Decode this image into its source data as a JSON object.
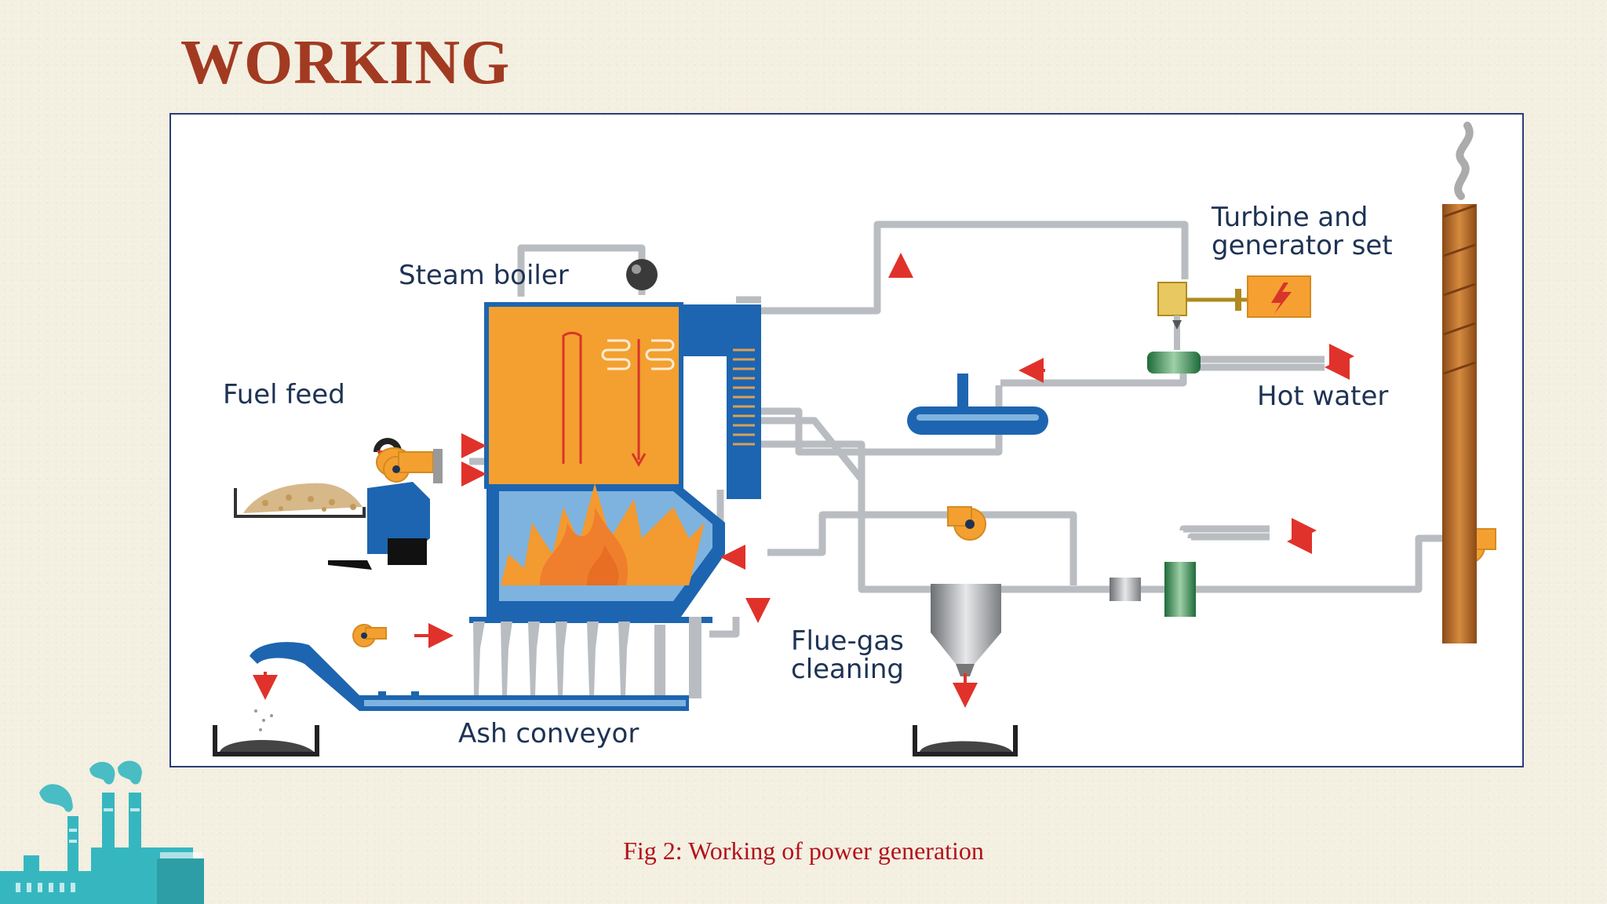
{
  "slide": {
    "title": "WORKING",
    "caption": "Fig 2: Working of power generation"
  },
  "diagram": {
    "labels": {
      "steam_boiler": "Steam boiler",
      "fuel_feed": "Fuel feed",
      "turbine_line1": "Turbine and",
      "turbine_line2": "generator set",
      "hot_water": "Hot water",
      "flue_gas_line1": "Flue-gas",
      "flue_gas_line2": "cleaning",
      "ash_conveyor": "Ash conveyor"
    }
  },
  "colors": {
    "title": "#a23a22",
    "caption": "#b3121b",
    "frame_border": "#2b3d78",
    "boiler": "#f3a030",
    "boiler_blue": "#1d65b0",
    "pipe": "#b9bdc2",
    "arrow": "#e0322a",
    "chimney": "#b86a26",
    "factory": "#36b7c0"
  },
  "icons": [
    "factory-icon",
    "smoke-icon",
    "lightning-icon",
    "fan-icon",
    "flame-icon"
  ]
}
